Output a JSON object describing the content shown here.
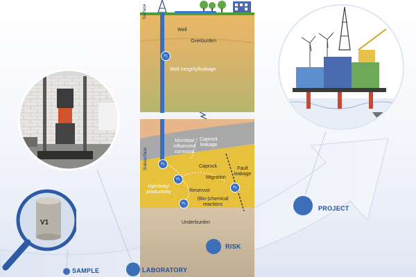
{
  "geology": {
    "surface_label": "Surface",
    "well": "Well",
    "overburden": "Overburden",
    "well_integrity": "Well integrity/leakage",
    "subsurface_label": "Subsurface",
    "microbial": "Microbial influenced corrosion",
    "caprock_leakage": "Caprock leakage",
    "caprock": "Caprock",
    "migration": "Migration",
    "fault_leakage": "Fault leakage",
    "injectivity": "Injectivity/ productivity",
    "reservoir": "Reservoir",
    "biochemical": "(Bio-)chemical reactions",
    "underburden": "Underburden",
    "h2": "H₂"
  },
  "sample": {
    "core_label": "V1"
  },
  "stages": [
    {
      "label": "SAMPLE"
    },
    {
      "label": "LABORATORY"
    },
    {
      "label": "RISK"
    },
    {
      "label": "PROJECT"
    }
  ],
  "colors": {
    "arrow": "#e6ebf6",
    "stage_dot": "#3d6fb8",
    "sky": "#ffffff",
    "grass": "#4a9e3c",
    "overburden_top": "#e9b865",
    "overburden_bottom": "#b8b870",
    "caprock": "#9a9a9a",
    "reservoir": "#e9c23a",
    "underburden": "#c9b79a"
  }
}
